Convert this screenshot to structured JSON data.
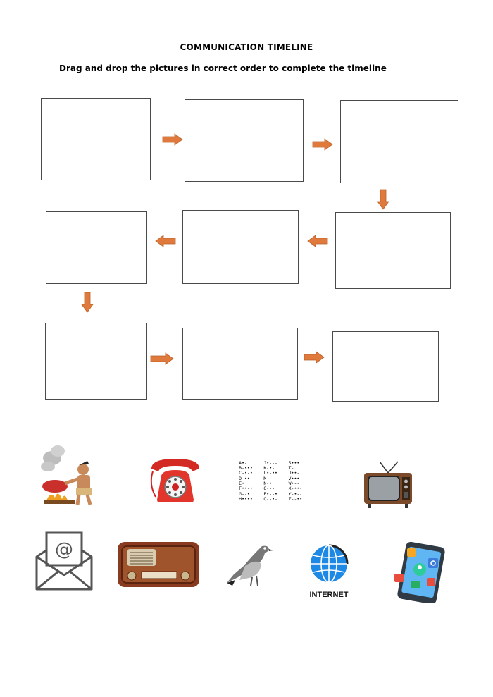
{
  "worksheet": {
    "title": "COMMUNICATION TIMELINE",
    "instructions": "Drag and drop the pictures in correct order to complete the timeline"
  },
  "colors": {
    "arrow": "#E07A3C",
    "slot_border": "#4a4a4a"
  },
  "drop_slots": [
    "slot-1",
    "slot-2",
    "slot-3",
    "slot-4",
    "slot-5",
    "slot-6",
    "slot-7",
    "slot-8",
    "slot-9"
  ],
  "pictures": {
    "smoke_signal": {
      "icon": "smoke-signal-picture"
    },
    "telephone": {
      "icon": "rotary-telephone-picture"
    },
    "morse_code": {
      "icon": "morse-code-chart-picture",
      "rows": [
        [
          "A•-",
          "J•---",
          "S•••"
        ],
        [
          "B-•••",
          "K-•-",
          "T-"
        ],
        [
          "C-•-•",
          "L•-••",
          "U••-"
        ],
        [
          "D-••",
          "M--",
          "V•••-"
        ],
        [
          "E•",
          "N-•",
          "W•--"
        ],
        [
          "F••-•",
          "O---",
          "X-••-"
        ],
        [
          "G--•",
          "P•--•",
          "Y-•--"
        ],
        [
          "H••••",
          "Q--•-",
          "Z--••"
        ]
      ]
    },
    "television": {
      "icon": "vintage-television-picture"
    },
    "email": {
      "icon": "email-envelope-picture",
      "symbol": "@"
    },
    "radio": {
      "icon": "vintage-radio-picture"
    },
    "pigeon": {
      "icon": "carrier-pigeon-picture"
    },
    "internet": {
      "icon": "internet-globe-picture",
      "label": "INTERNET"
    },
    "smartphone": {
      "icon": "smartphone-apps-picture"
    }
  }
}
